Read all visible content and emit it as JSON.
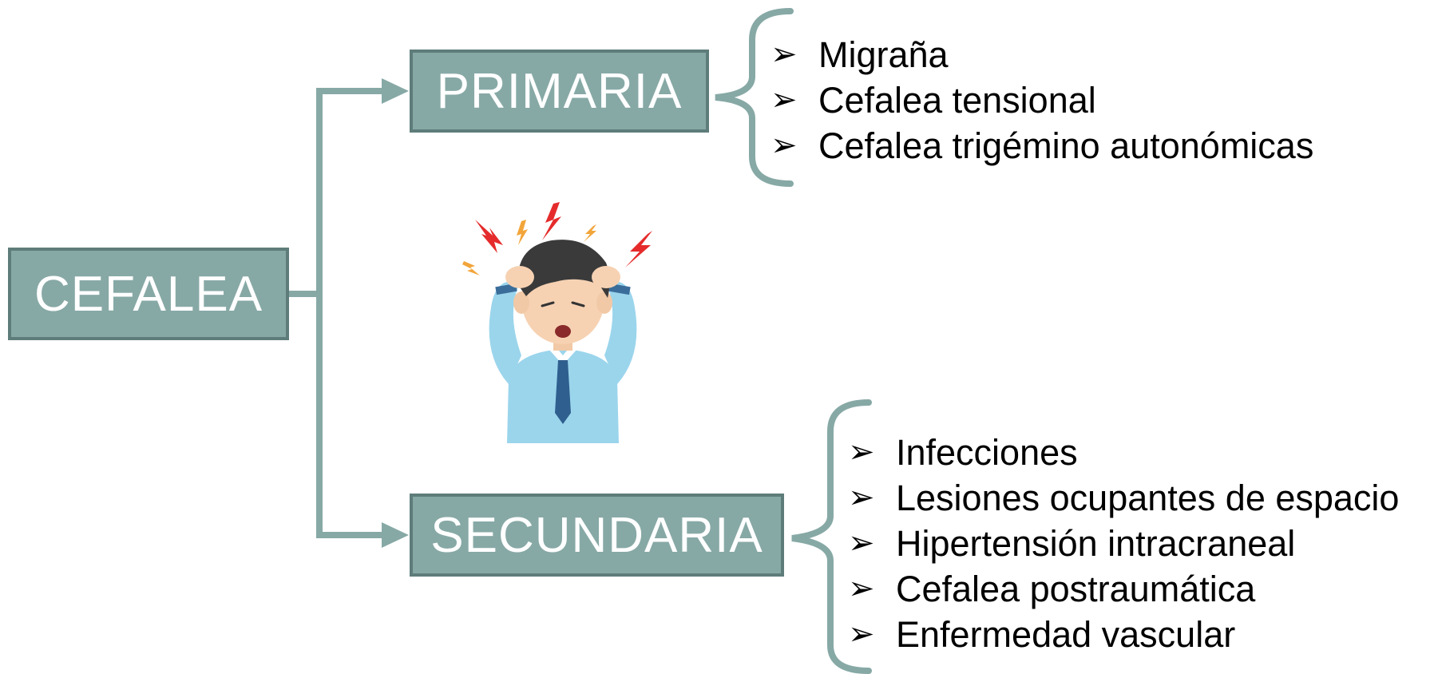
{
  "root": {
    "label": "CEFALEA"
  },
  "primary": {
    "label": "PRIMARIA",
    "items": [
      "Migraña",
      "Cefalea tensional",
      "Cefalea trigémino autonómicas"
    ]
  },
  "secondary": {
    "label": "SECUNDARIA",
    "items": [
      "Infecciones",
      "Lesiones ocupantes de espacio",
      "Hipertensión intracraneal",
      "Cefalea postraumática",
      "Enfermedad vascular"
    ]
  },
  "bullet_glyph": "➢",
  "colors": {
    "box_fill": "#87a9a6",
    "box_border": "#5e7d7a",
    "connector": "#87a9a6",
    "text_on_box": "#ffffff"
  },
  "illustration": {
    "icon": "headache-person-icon",
    "description_icon_parts": [
      "lightning-bolt-icon",
      "person-holding-head-icon"
    ]
  }
}
